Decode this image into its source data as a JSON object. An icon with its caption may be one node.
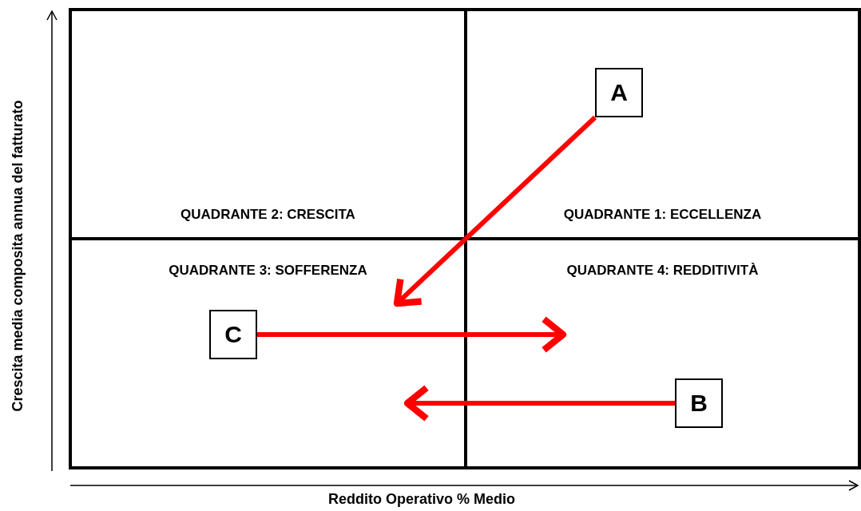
{
  "diagram": {
    "nodes": [
      {
        "text": [
          "QUADRANTE 2: CRESCITA"
        ]
      },
      {
        "text": [
          "QUADRANTE 1: ECCELLENZA"
        ]
      },
      {
        "text": [
          "QUADRANTE 3: SOFFERENZA"
        ]
      },
      {
        "text": [
          "QUADRANTE 4: REDDITIVITÀ"
        ]
      },
      {
        "text": [
          "A"
        ],
        "in": 1
      },
      {
        "text": [
          "C"
        ],
        "in": 2
      },
      {
        "text": [
          "B"
        ],
        "in": 3
      }
    ],
    "edges": [
      {
        "from": 4,
        "to": null,
        "arrow": "to"
      },
      {
        "from": 5,
        "to": null,
        "arrow": "to"
      },
      {
        "from": 6,
        "to": null,
        "arrow": "to"
      }
    ],
    "labels": [
      "Crescita media composita annua del fatturato",
      "Reddito Operativo % Medio"
    ]
  }
}
